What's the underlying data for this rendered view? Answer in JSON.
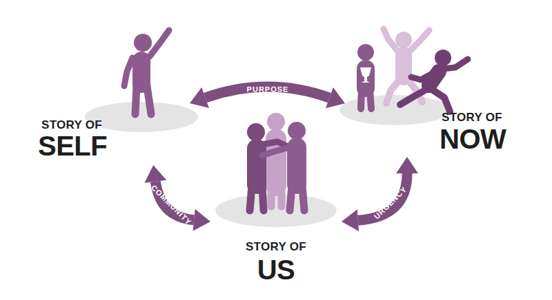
{
  "diagram": {
    "nodes": [
      {
        "text": [
          "STORY OF",
          "SELF"
        ]
      },
      {
        "text": [
          "STORY OF",
          "NOW"
        ]
      },
      {
        "text": [
          "STORY OF",
          "US"
        ]
      }
    ],
    "edges": [
      {
        "from": 0,
        "to": 1,
        "label": "PURPOSE",
        "arrow": "both"
      },
      {
        "from": 0,
        "to": 2,
        "label": "COMMUNITY",
        "arrow": "both"
      },
      {
        "from": 1,
        "to": 2,
        "label": "URGENCY",
        "arrow": "both"
      }
    ]
  }
}
